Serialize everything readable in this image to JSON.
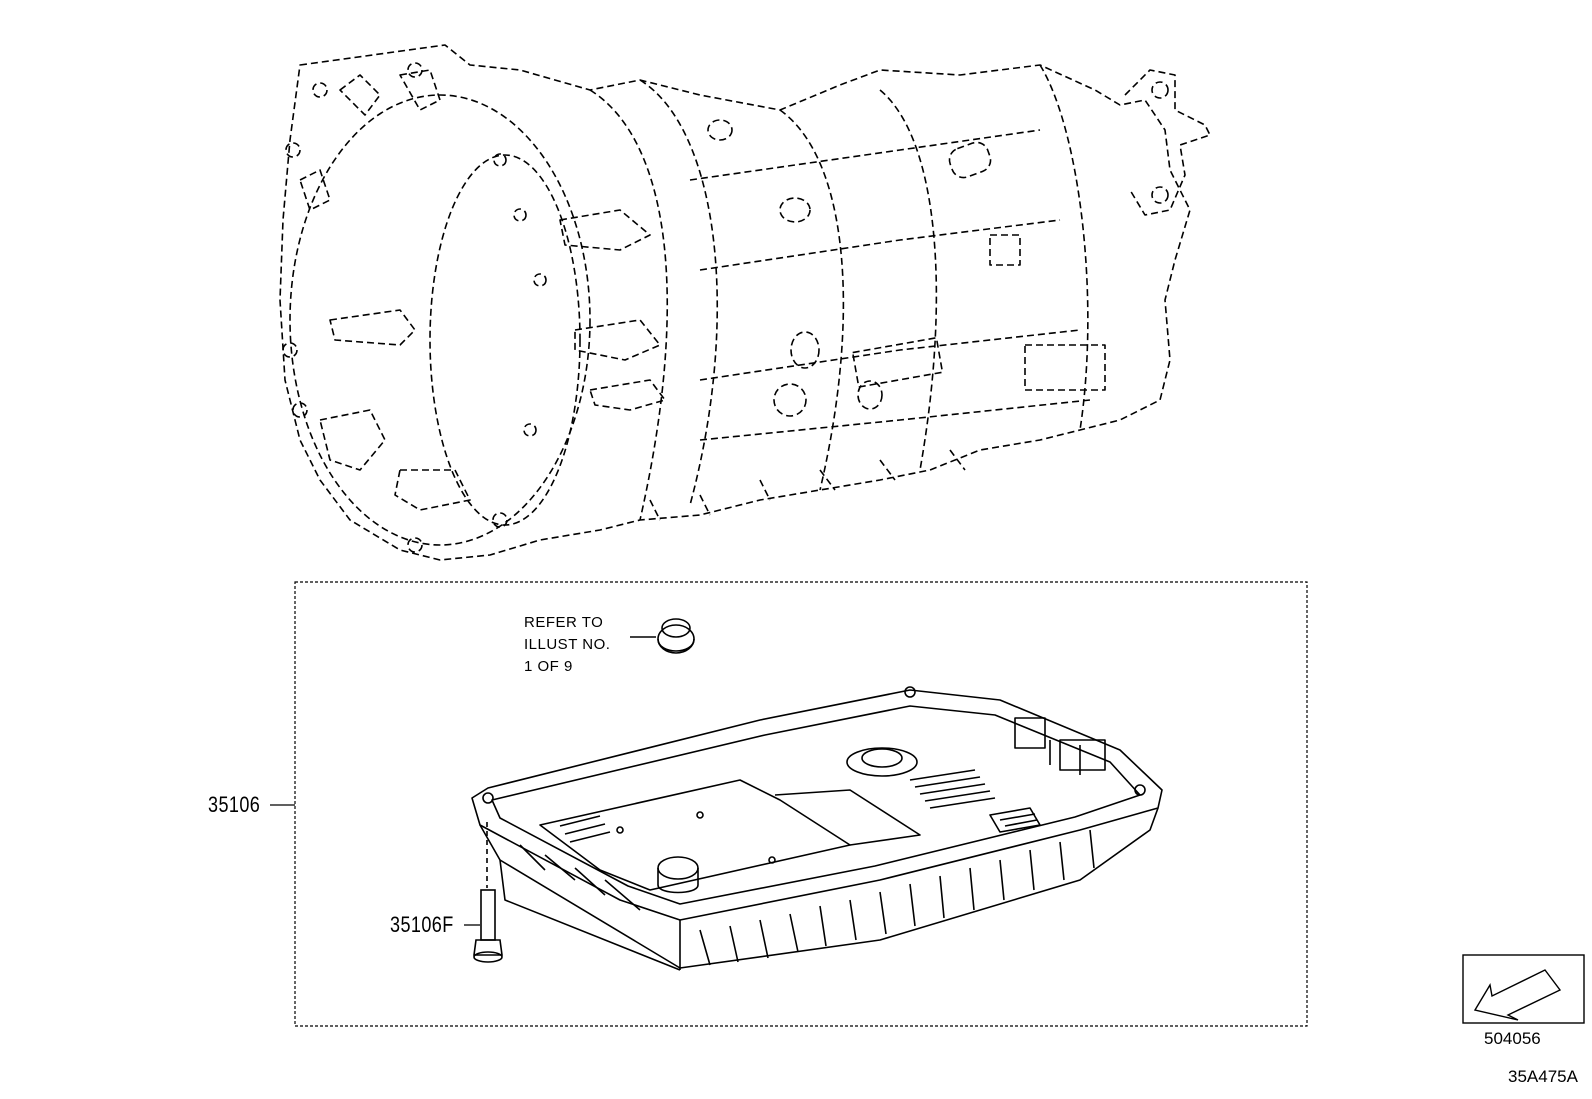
{
  "callouts": {
    "pan_part_no": "35106",
    "bolt_part_no": "35106F",
    "refer_line1": "REFER TO",
    "refer_line2": "ILLUST NO.",
    "refer_line3": "1 OF 9"
  },
  "corner": {
    "page_code": "504056",
    "illustration_code": "35A475A",
    "icon": "direction-arrow-icon"
  },
  "components": {
    "transmission": "transmission-housing-illustration",
    "oil_pan": "oil-pan-illustration",
    "bolt": "bolt-illustration",
    "drain_plug": "drain-plug-illustration"
  },
  "colors": {
    "line": "#000000",
    "background": "#ffffff"
  }
}
